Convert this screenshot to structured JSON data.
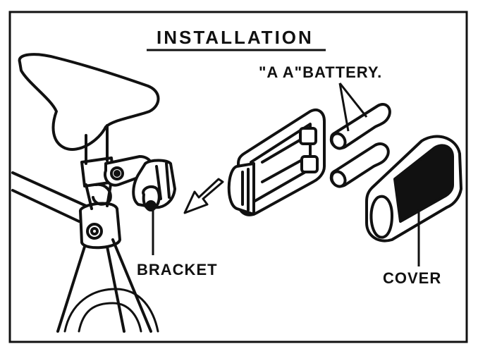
{
  "title": "INSTALLATION",
  "labels": {
    "battery": "\"A  A\"BATTERY.",
    "bracket": "BRACKET",
    "cover": "COVER"
  }
}
